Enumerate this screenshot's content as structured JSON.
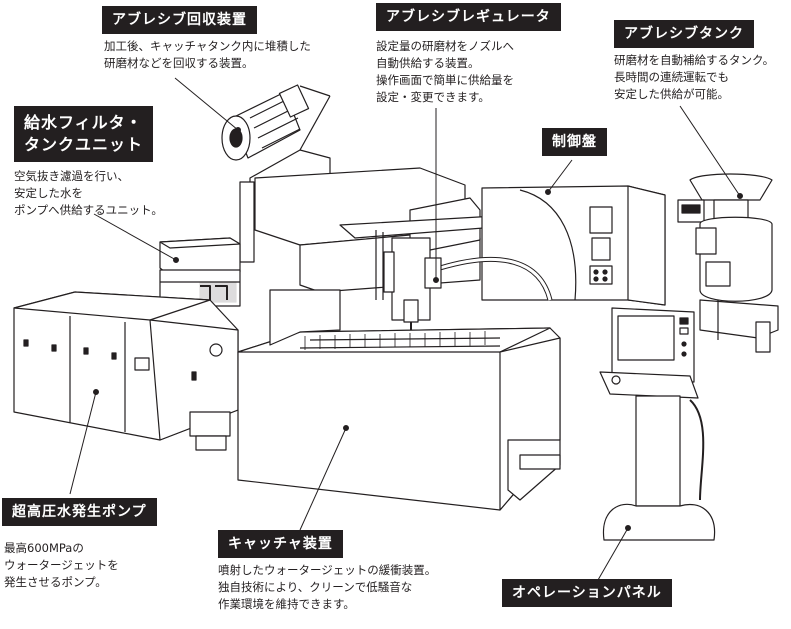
{
  "labels": {
    "recovery": {
      "title": "アブレシブ回収装置",
      "desc": [
        "加工後、キャッチャタンク内に堆積した",
        "研磨材などを回収する装置。"
      ]
    },
    "regulator": {
      "title": "アブレシブレギュレータ",
      "desc": [
        "設定量の研磨材をノズルへ",
        "自動供給する装置。",
        "操作画面で簡単に供給量を",
        "設定・変更できます。"
      ]
    },
    "tank": {
      "title": "アブレシブタンク",
      "desc": [
        "研磨材を自動補給するタンク。",
        "長時間の連続運転でも",
        "安定した供給が可能。"
      ]
    },
    "water_filter": {
      "title": [
        "給水フィルタ・",
        "タンクユニット"
      ],
      "desc": [
        "空気抜き濾過を行い、",
        "安定した水を",
        "ポンプへ供給するユニット。"
      ]
    },
    "control_panel": {
      "title": "制御盤"
    },
    "pump": {
      "title": "超高圧水発生ポンプ",
      "desc": [
        "最高600MPaの",
        "ウォータージェットを",
        "発生させるポンプ。"
      ]
    },
    "catcher": {
      "title": "キャッチャ装置",
      "desc": [
        "噴射したウォータージェットの緩衝装置。",
        "独自技術により、クリーンで低騒音な",
        "作業環境を維持できます。"
      ]
    },
    "operation_panel": {
      "title": "オペレーションパネル"
    }
  },
  "colors": {
    "label_bg": "#231f20",
    "label_text": "#ffffff",
    "line": "#231f20"
  }
}
